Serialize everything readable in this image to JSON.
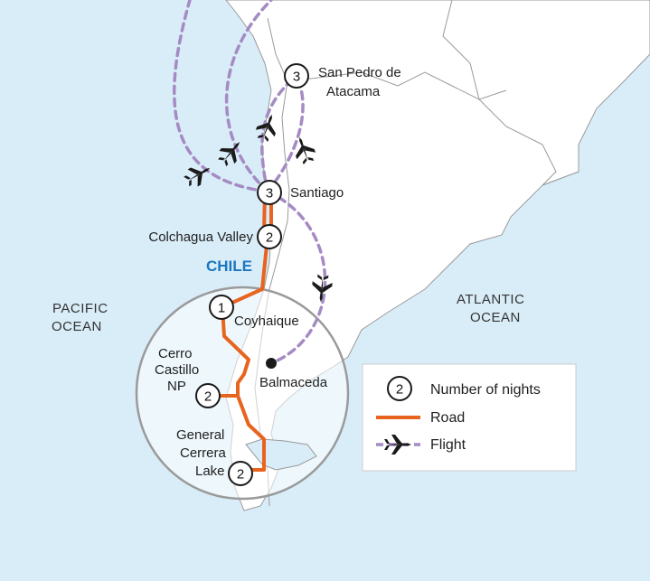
{
  "map": {
    "country_label": "CHILE",
    "oceans": {
      "pacific": [
        "PACIFIC",
        "OCEAN"
      ],
      "atlantic": [
        "ATLANTIC",
        "OCEAN"
      ]
    },
    "stops": [
      {
        "id": "san-pedro",
        "nights": "3",
        "label_lines": [
          "San Pedro de",
          "Atacama"
        ]
      },
      {
        "id": "santiago",
        "nights": "3",
        "label_lines": [
          "Santiago"
        ]
      },
      {
        "id": "colchagua",
        "nights": "2",
        "label_lines": [
          "Colchagua Valley"
        ]
      },
      {
        "id": "coyhaique",
        "nights": "1",
        "label_lines": [
          "Coyhaique"
        ]
      },
      {
        "id": "cerro-castillo",
        "nights": "2",
        "label_lines": [
          "Cerro",
          "Castillo",
          "NP"
        ]
      },
      {
        "id": "general-carrera",
        "nights": "2",
        "label_lines": [
          "General",
          "Cerrera",
          "Lake"
        ]
      }
    ],
    "airport": {
      "label": "Balmaceda"
    }
  },
  "legend": {
    "nights_sample": "2",
    "nights_label": "Number of nights",
    "road_label": "Road",
    "flight_label": "Flight"
  },
  "colors": {
    "sea": "#d9edf8",
    "land": "#ffffff",
    "border": "#9a9a9a",
    "road": "#e8641e",
    "flight": "#a58bc4",
    "country_label": "#1a77c0"
  }
}
